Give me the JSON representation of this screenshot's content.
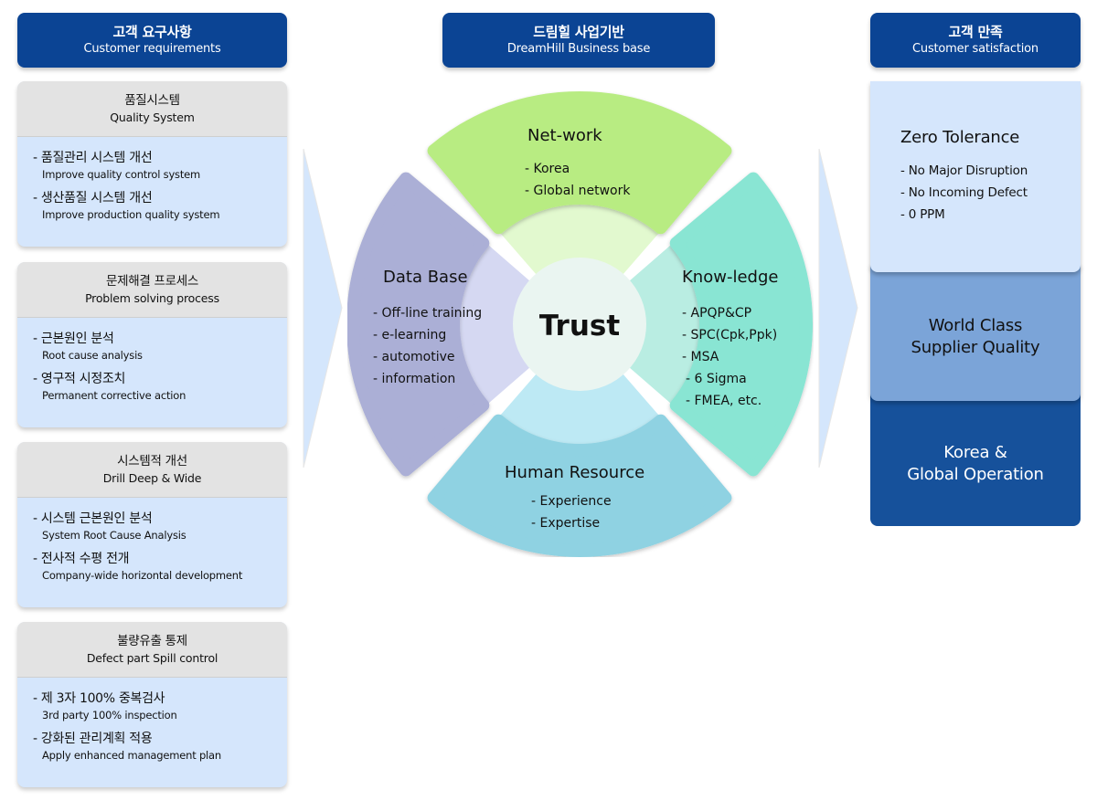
{
  "columns": {
    "requirements": {
      "title_ko": "고객 요구사항",
      "title_en": "Customer requirements"
    },
    "business": {
      "title_ko": "드림힐 사업기반",
      "title_en": "DreamHill Business base"
    },
    "satisfaction": {
      "title_ko": "고객 만족",
      "title_en": "Customer satisfaction"
    }
  },
  "requirements": [
    {
      "title_ko": "품질시스템",
      "title_en": "Quality System",
      "items": [
        {
          "ko": "- 품질관리 시스템 개선",
          "en": "Improve quality control system"
        },
        {
          "ko": "- 생산품질 시스템 개선",
          "en": "Improve production quality system"
        }
      ]
    },
    {
      "title_ko": "문제해결 프로세스",
      "title_en": "Problem solving process",
      "items": [
        {
          "ko": "- 근본원인 분석",
          "en": "Root cause analysis"
        },
        {
          "ko": "- 영구적 시정조치",
          "en": "Permanent corrective action"
        }
      ]
    },
    {
      "title_ko": "시스템적 개선",
      "title_en": "Drill Deep & Wide",
      "items": [
        {
          "ko": "- 시스템 근본원인 분석",
          "en": "System Root Cause Analysis"
        },
        {
          "ko": "- 전사적 수평 전개",
          "en": "Company-wide horizontal development"
        }
      ]
    },
    {
      "title_ko": "불량유출 통제",
      "title_en": "Defect part Spill control",
      "items": [
        {
          "ko": "- 제 3자 100% 중복검사",
          "en": "3rd party 100% inspection"
        },
        {
          "ko": "- 강화된 관리계획 적용",
          "en": "Apply enhanced management plan"
        }
      ]
    }
  ],
  "wheel": {
    "center": "Trust",
    "network": {
      "title": "Net-work",
      "items": [
        "- Korea",
        "- Global network"
      ],
      "color": "#b8ec82",
      "inner_color": "#e2f9cf"
    },
    "database": {
      "title": "Data Base",
      "items": [
        "- Off-line training",
        "- e-learning",
        "- automotive",
        "- information"
      ],
      "color": "#abafd6",
      "inner_color": "#d5d8f2"
    },
    "knowledge": {
      "title": "Know-ledge",
      "items": [
        "- APQP&CP",
        "- SPC(Cpk,Ppk)",
        "- MSA",
        "- 6 Sigma",
        "- FMEA, etc."
      ],
      "color": "#89e5d3",
      "inner_color": "#b9ede2"
    },
    "human": {
      "title": "Human Resource",
      "items": [
        "- Experience",
        "- Expertise"
      ],
      "color": "#8fd2e2",
      "inner_color": "#bde9f4"
    },
    "center_color": "#eaf5f1"
  },
  "satisfaction": [
    {
      "title": "Zero Tolerance",
      "items": [
        "- No Major Disruption",
        "- No Incoming Defect",
        "- 0 PPM"
      ]
    },
    {
      "title_line1": "World Class",
      "title_line2": "Supplier Quality"
    },
    {
      "title_line1": "Korea &",
      "title_line2": "Global Operation"
    }
  ]
}
